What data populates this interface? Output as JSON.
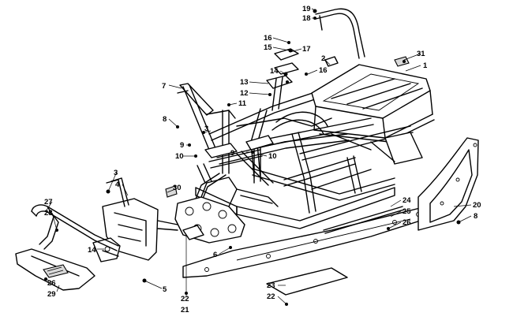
{
  "callouts": [
    {
      "id": "c1",
      "text": "1"
    },
    {
      "id": "c2",
      "text": "2"
    },
    {
      "id": "c3a",
      "text": "3"
    },
    {
      "id": "c3b",
      "text": "3"
    },
    {
      "id": "c4",
      "text": "4"
    },
    {
      "id": "c5",
      "text": "5"
    },
    {
      "id": "c6",
      "text": "6"
    },
    {
      "id": "c7",
      "text": "7"
    },
    {
      "id": "c8a",
      "text": "8"
    },
    {
      "id": "c8b",
      "text": "8"
    },
    {
      "id": "c9a",
      "text": "9"
    },
    {
      "id": "c9b",
      "text": "9"
    },
    {
      "id": "c10a",
      "text": "10"
    },
    {
      "id": "c10b",
      "text": "10"
    },
    {
      "id": "c11",
      "text": "11"
    },
    {
      "id": "c12",
      "text": "12"
    },
    {
      "id": "c13",
      "text": "13"
    },
    {
      "id": "c14a",
      "text": "14"
    },
    {
      "id": "c14b",
      "text": "14"
    },
    {
      "id": "c15",
      "text": "15"
    },
    {
      "id": "c16a",
      "text": "16"
    },
    {
      "id": "c16b",
      "text": "16"
    },
    {
      "id": "c17",
      "text": "17"
    },
    {
      "id": "c18",
      "text": "18"
    },
    {
      "id": "c19",
      "text": "19"
    },
    {
      "id": "c20",
      "text": "20"
    },
    {
      "id": "c21",
      "text": "21"
    },
    {
      "id": "c22a",
      "text": "22"
    },
    {
      "id": "c22b",
      "text": "22"
    },
    {
      "id": "c23",
      "text": "23"
    },
    {
      "id": "c24",
      "text": "24"
    },
    {
      "id": "c25",
      "text": "25"
    },
    {
      "id": "c26a",
      "text": "26"
    },
    {
      "id": "c26b",
      "text": "26"
    },
    {
      "id": "c27",
      "text": "27"
    },
    {
      "id": "c28",
      "text": "28"
    },
    {
      "id": "c29",
      "text": "29"
    },
    {
      "id": "c30",
      "text": "30"
    },
    {
      "id": "c31",
      "text": "31"
    }
  ]
}
